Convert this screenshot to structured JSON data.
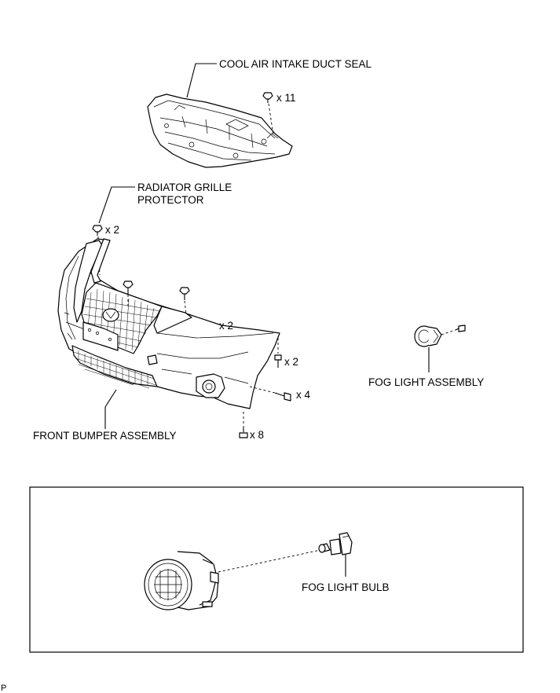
{
  "labels": {
    "cool_air_intake_duct_seal": "COOL AIR INTAKE DUCT SEAL",
    "radiator_grille_protector_line1": "RADIATOR GRILLE",
    "radiator_grille_protector_line2": "PROTECTOR",
    "front_bumper_assembly": "FRONT BUMPER ASSEMBLY",
    "fog_light_assembly": "FOG LIGHT ASSEMBLY",
    "fog_light_bulb": "FOG LIGHT BULB"
  },
  "quantities": {
    "duct_seal_clips": "x 11",
    "grille_protector_clips": "x 2",
    "bumper_top_clips": "x 2",
    "bumper_side_screws": "x 2",
    "bumper_side_bolts": "x 4",
    "bumper_bottom_screws": "x 8"
  },
  "corner_mark": "P"
}
